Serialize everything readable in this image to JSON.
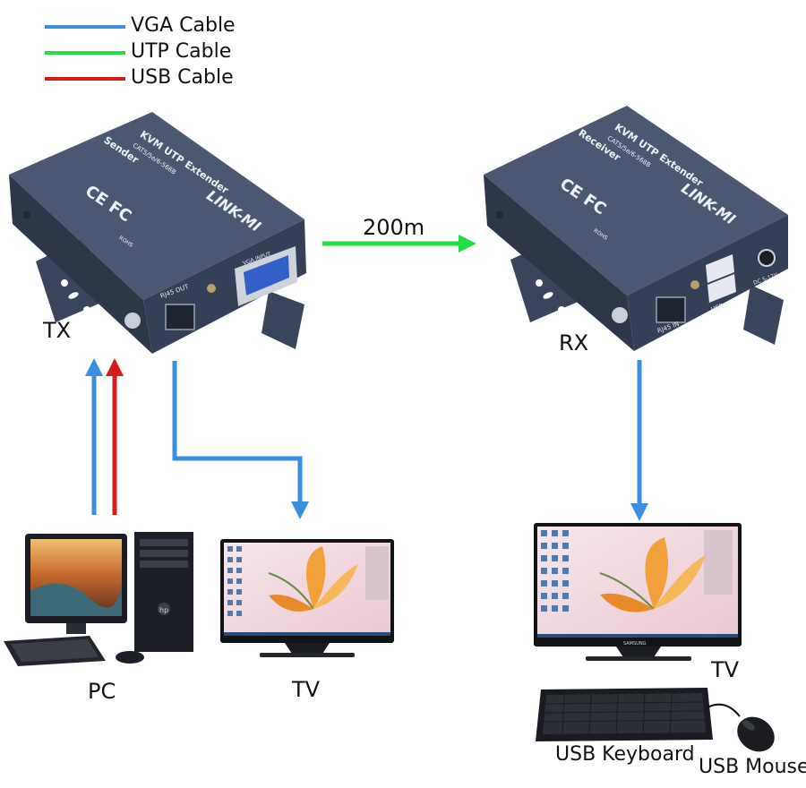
{
  "legend": [
    {
      "label": "VGA Cable",
      "color": "#3a8fe0"
    },
    {
      "label": "UTP Cable",
      "color": "#22dd44"
    },
    {
      "label": "USB Cable",
      "color": "#d41c1c"
    }
  ],
  "sender": {
    "brand": "LINK-MI",
    "title": "KVM UTP Extender",
    "role": "Sender",
    "spec": "CAT5/5e/6-568B",
    "port_rj45": "RJ45 OUT",
    "port_vga": "VGA INPUT",
    "cert": "CE FC",
    "rohs": "ROHS",
    "label": "TX"
  },
  "receiver": {
    "brand": "LINK-MI",
    "title": "KVM UTP Extender",
    "role": "Receiver",
    "spec": "CAT5/5e/6-568B",
    "port_rj45": "RJ45 IN",
    "port_usb": "USB",
    "port_dc": "DC 5-12V",
    "cert": "CE FC",
    "rohs": "ROHS",
    "label": "RX"
  },
  "distance": "200m",
  "devices": {
    "pc": "PC",
    "tv_left": "TV",
    "tv_right": "TV",
    "keyboard": "USB Keyboard",
    "mouse": "USB Mouse"
  },
  "monitor_brand": "SAMSUNG",
  "pc_brand": "hp",
  "colors": {
    "box": "#3f4b63",
    "box_top": "#4c5872",
    "box_dark": "#2e3748"
  }
}
